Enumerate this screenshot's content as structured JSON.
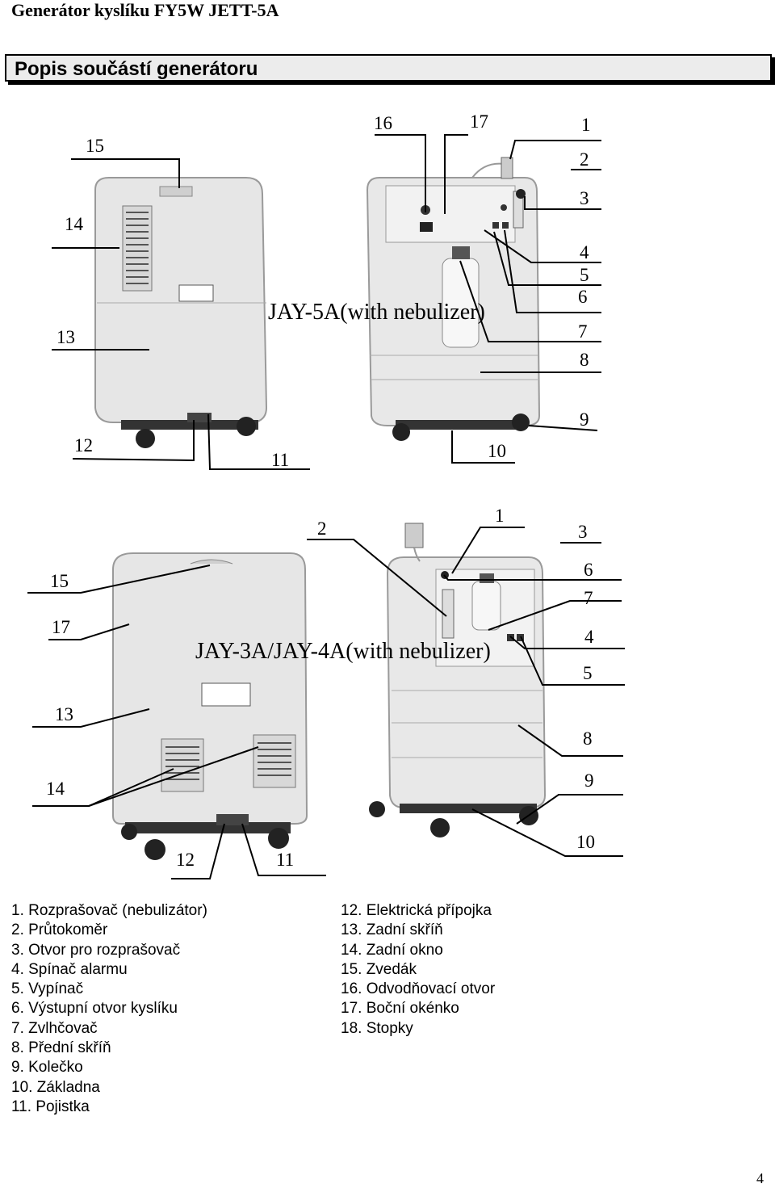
{
  "header": {
    "title": "Generátor kyslíku FY5W JETT-5A"
  },
  "section": {
    "title": "Popis součástí generátoru"
  },
  "figure1": {
    "model_label": "JAY-5A(with nebulizer)",
    "callouts": [
      "16",
      "17",
      "1",
      "15",
      "2",
      "3",
      "14",
      "4",
      "5",
      "6",
      "13",
      "7",
      "8",
      "9",
      "12",
      "10",
      "11"
    ]
  },
  "figure2": {
    "model_label": "JAY-3A/JAY-4A(with nebulizer)",
    "callouts": [
      "1",
      "2",
      "3",
      "15",
      "6",
      "7",
      "17",
      "4",
      "5",
      "13",
      "8",
      "14",
      "9",
      "10",
      "12",
      "11"
    ]
  },
  "legend": {
    "left": [
      "1. Rozprašovač (nebulizátor)",
      "2. Průtokoměr",
      "3. Otvor pro rozprašovač",
      "4. Spínač alarmu",
      "5. Vypínač",
      "6. Výstupní otvor kyslíku",
      "7. Zvlhčovač",
      "8. Přední skříň",
      "9. Kolečko",
      "10. Základna",
      "11. Pojistka"
    ],
    "right": [
      "12. Elektrická přípojka",
      "13. Zadní skříň",
      "14. Zadní okno",
      "15. Zvedák",
      "16. Odvodňovací otvor",
      "17. Boční okénko",
      "18. Stopky"
    ]
  },
  "page_number": "4"
}
